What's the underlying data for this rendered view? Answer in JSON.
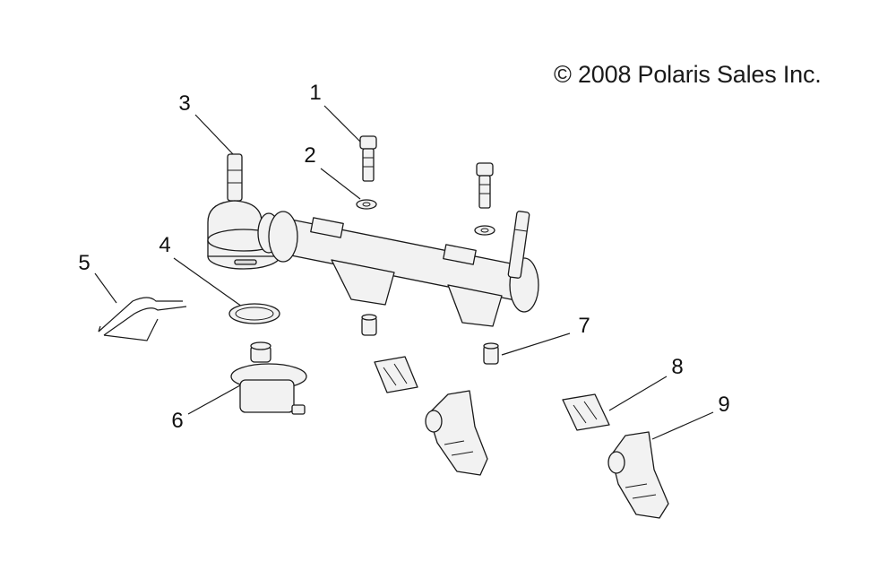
{
  "copyright": "© 2008 Polaris Sales Inc.",
  "callouts": [
    {
      "id": "1",
      "label": "1"
    },
    {
      "id": "2",
      "label": "2"
    },
    {
      "id": "3",
      "label": "3"
    },
    {
      "id": "4",
      "label": "4"
    },
    {
      "id": "5",
      "label": "5"
    },
    {
      "id": "6",
      "label": "6"
    },
    {
      "id": "7",
      "label": "7"
    },
    {
      "id": "8",
      "label": "8"
    },
    {
      "id": "9",
      "label": "9"
    }
  ],
  "colors": {
    "line": "#1a1a1a",
    "fill": "#f2f2f2",
    "background": "#ffffff"
  }
}
